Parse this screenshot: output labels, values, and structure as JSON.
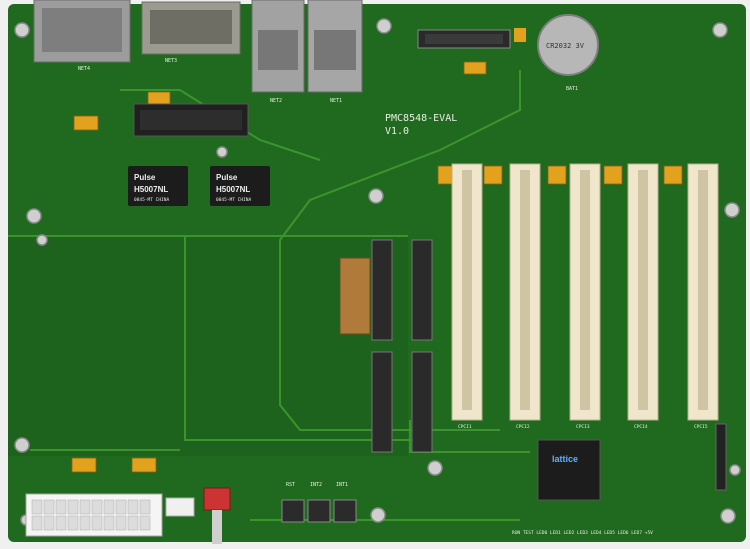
{
  "board": {
    "title": "PMC8548-EVAL",
    "version": "V1.0",
    "colors": {
      "pcb": "#1f6a1f",
      "pcb_dark": "#175517",
      "trace": "#3e9a2e",
      "pad": "#c9b27a",
      "slot": "#efe6cc",
      "chip": "#1c1c1c",
      "capacitor": "#e3a21e"
    }
  },
  "transformers": [
    {
      "brand": "Pulse",
      "part": "H5007NL",
      "lot": "0845-MT CHINA"
    },
    {
      "brand": "Pulse",
      "part": "H5007NL",
      "lot": "0845-MT CHINA"
    }
  ],
  "fpga": {
    "brand": "lattice"
  },
  "battery": {
    "text": "CR2032 3V",
    "label": "BAT1"
  },
  "ethernet": {
    "labels": [
      "NET4",
      "NET3",
      "NET2",
      "NET1"
    ]
  },
  "buttons": [
    {
      "label": "RST"
    },
    {
      "label": "INT2"
    },
    {
      "label": "INT1"
    }
  ],
  "leds_label": "RUN TEST LED0 LED1 LED2 LED3 LED4 LED5 LED6 LED7 +5V",
  "slots": [
    "CPCI1",
    "CPCI2",
    "CPCI3",
    "CPCI4",
    "CPCI5"
  ]
}
